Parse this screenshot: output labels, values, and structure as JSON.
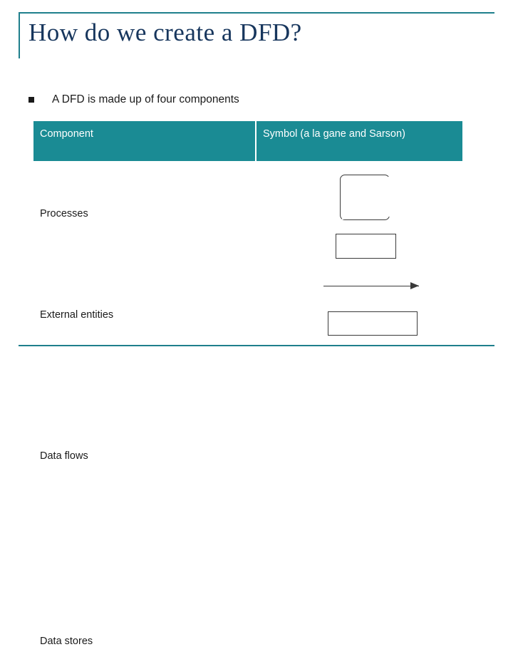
{
  "slide": {
    "title": "How do we create a DFD?",
    "bullet": {
      "marker": "square-bullet",
      "text": "A DFD is made up of four components"
    },
    "table": {
      "headers": [
        "Component",
        "Symbol (a la gane and Sarson)"
      ],
      "rows": [
        {
          "component": "Processes",
          "symbol": "rounded-rectangle"
        },
        {
          "component": "External entities",
          "symbol": "rectangle"
        },
        {
          "component": "Data flows",
          "symbol": "arrow-line"
        },
        {
          "component": "Data stores",
          "symbol": "open-rectangle"
        }
      ]
    }
  },
  "colors": {
    "title": "#17365d",
    "rule": "#1f7f8c",
    "header_fill": "#1a8b94",
    "header_text": "#ffffff",
    "body_text": "#1a1a1a",
    "symbol_stroke": "#3a3a3a",
    "background": "#ffffff"
  }
}
